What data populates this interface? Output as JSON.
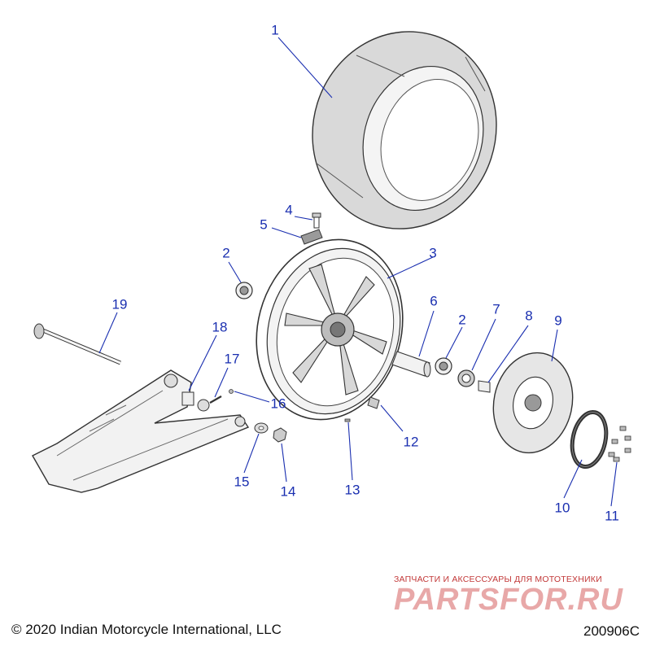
{
  "callouts": [
    {
      "label": "1"
    },
    {
      "label": "2"
    },
    {
      "label": "2"
    },
    {
      "label": "3"
    },
    {
      "label": "4"
    },
    {
      "label": "5"
    },
    {
      "label": "6"
    },
    {
      "label": "7"
    },
    {
      "label": "8"
    },
    {
      "label": "9"
    },
    {
      "label": "10"
    },
    {
      "label": "11"
    },
    {
      "label": "12"
    },
    {
      "label": "13"
    },
    {
      "label": "14"
    },
    {
      "label": "15"
    },
    {
      "label": "16"
    },
    {
      "label": "17"
    },
    {
      "label": "18"
    },
    {
      "label": "19"
    }
  ],
  "footer": {
    "copyright": "© 2020 Indian Motorcycle International, LLC",
    "drawing_number": "200906C"
  },
  "watermark": {
    "tagline": "ЗАПЧАСТИ И АКСЕССУАРЫ ДЛЯ МОТОТЕХНИКИ",
    "logo_text": "PARTSFOR.RU"
  },
  "colors": {
    "callout": "#1a2fb0",
    "line_art": "#333333",
    "tire_fill": "#dcdcdc",
    "watermark": "#c23838"
  }
}
